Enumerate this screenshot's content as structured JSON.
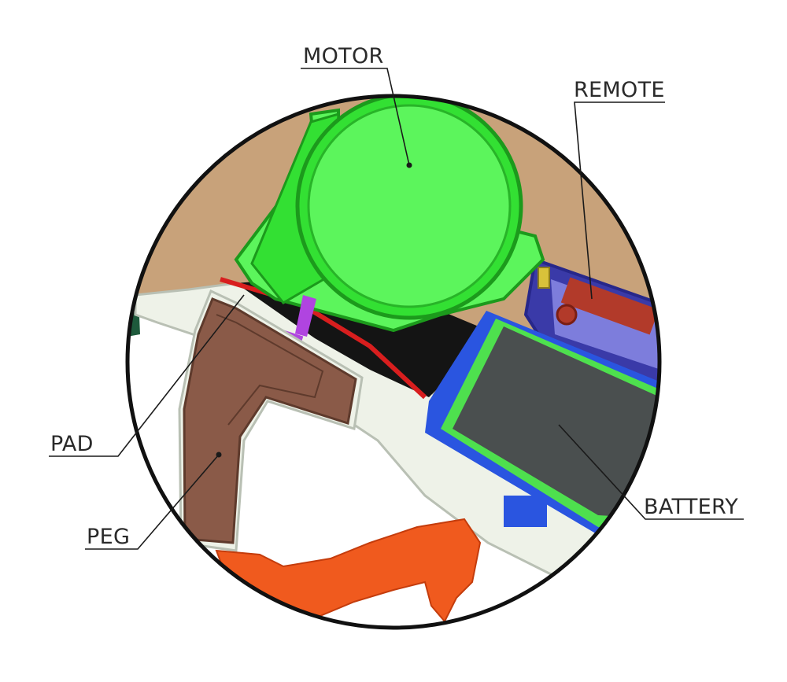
{
  "labels": {
    "motor": "MOTOR",
    "remote": "REMOTE",
    "pad": "PAD",
    "peg": "PEG",
    "battery": "BATTERY"
  },
  "colors": {
    "background_tan": "#c8a27a",
    "motor_green": "#33e033",
    "motor_light": "#5cf55c",
    "housing_white": "#eef2e8",
    "peg_brown": "#8a5a48",
    "battery_dark": "#4a4f4f",
    "battery_blue": "#2a55e0",
    "remote_blue": "#3a3aa8",
    "remote_red": "#b23a2a",
    "rubber_orange": "#f05a1e",
    "black_cavity": "#141414",
    "accent_red": "#d81e1e",
    "accent_purple": "#b044e0",
    "edge_teal": "#1e5a3c"
  }
}
